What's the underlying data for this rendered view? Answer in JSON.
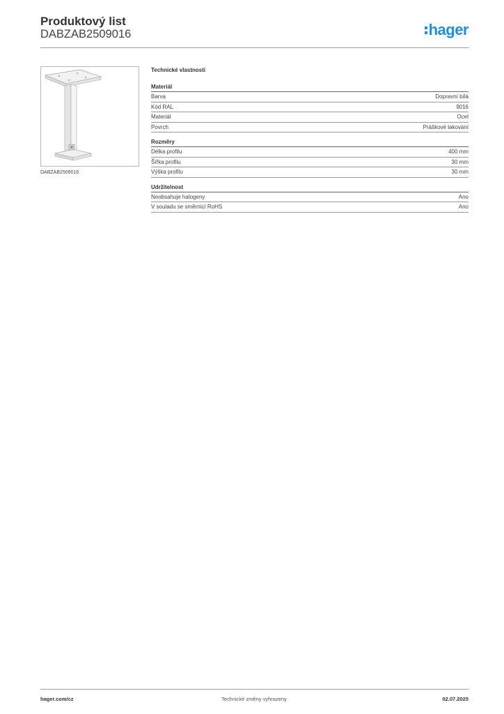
{
  "header": {
    "title": "Produktový list",
    "product_code": "DABZAB2509016",
    "logo_text": "hager",
    "logo_color": "#1e8ee0"
  },
  "product_image": {
    "caption": "DABZAB2509016"
  },
  "specs": {
    "title": "Technické vlastnosti",
    "material": {
      "heading": "Materiál",
      "rows": [
        {
          "label": "Barva",
          "value": "Dopravní bílá"
        },
        {
          "label": "Kód RAL",
          "value": "9016"
        },
        {
          "label": "Materiál",
          "value": "Ocel"
        },
        {
          "label": "Povrch",
          "value": "Práškové lakování"
        }
      ]
    },
    "dimensions": {
      "heading": "Rozměry",
      "rows": [
        {
          "label": "Délka profilu",
          "value": "400 mm"
        },
        {
          "label": "Šířka profilu",
          "value": "30 mm"
        },
        {
          "label": "Výška profilu",
          "value": "30 mm"
        }
      ]
    },
    "sustainability": {
      "heading": "Udržitelnost",
      "rows": [
        {
          "label": "Neobsahuje halogeny",
          "value": "Ano"
        },
        {
          "label": "V souladu se směrnicí RoHS",
          "value": "Ano"
        }
      ]
    }
  },
  "footer": {
    "website": "hager.com/cz",
    "notice": "Technické změny vyhrazeny",
    "date": "02.07.2025"
  }
}
